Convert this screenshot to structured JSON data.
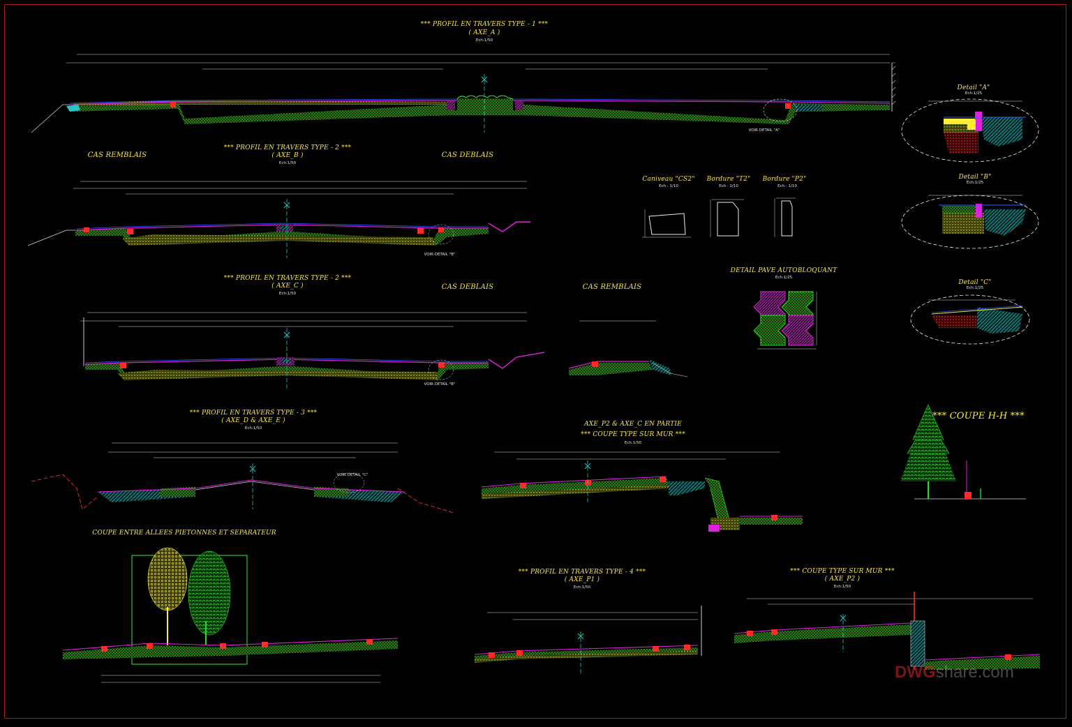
{
  "sections": {
    "type1": {
      "title": "*** PROFIL EN TRAVERS TYPE - 1 ***",
      "axe": "( AXE_A )",
      "scale": "Ech:1/50"
    },
    "type2b": {
      "title": "*** PROFIL EN TRAVERS TYPE - 2 ***",
      "axe": "( AXE_B )",
      "scale": "Ech:1/50"
    },
    "type2c": {
      "title": "*** PROFIL EN TRAVERS TYPE - 2 ***",
      "axe": "( AXE_C )",
      "scale": "Ech:1/50"
    },
    "type3": {
      "title": "*** PROFIL EN TRAVERS TYPE - 3 ***",
      "axe": "( AXE_D & AXE_E )",
      "scale": "Ech:1/50"
    },
    "type4": {
      "title": "*** PROFIL EN TRAVERS TYPE - 4 ***",
      "axe": "( AXE_P1 )",
      "scale": "Ech:1/50"
    },
    "murP2": {
      "title": "*** COUPE TYPE SUR MUR ***",
      "axe": "( AXE_P2 )",
      "scale": "Ech:1/50"
    },
    "murPartie": {
      "line1": "AXE_P2 & AXE_C EN PARTIE",
      "title": "*** COUPE TYPE SUR MUR ***",
      "scale": "Ech:1/50"
    },
    "coupeHH": {
      "title": "*** COUPE H-H ***"
    },
    "allees": {
      "title": "COUPE ENTRE ALLEES PIETONNES ET SEPARATEUR"
    },
    "pave": {
      "title": "DETAIL PAVE AUTOBLOQUANT",
      "scale": "Ech:1/25"
    }
  },
  "cases": {
    "remblais": "CAS REMBLAIS",
    "deblais": "CAS DEBLAIS"
  },
  "details": {
    "a": {
      "title": "Detail \"A\"",
      "scale": "Ech:1/25"
    },
    "b": {
      "title": "Detail \"B\"",
      "scale": "Ech:1/25"
    },
    "c": {
      "title": "Detail \"C\"",
      "scale": "Ech:1/25"
    }
  },
  "elements": {
    "caniveau": {
      "title": "Caniveau \"CS2\"",
      "scale": "Ech : 1/10"
    },
    "bordureT2": {
      "title": "Bordure \"T2\"",
      "scale": "Ech : 1/10"
    },
    "bordureP2": {
      "title": "Bordure \"P2\"",
      "scale": "Ech : 1/10"
    }
  },
  "callouts": {
    "voirA": "VOIR DETAIL \"A\"",
    "voirB": "VOIR DETAIL \"B\"",
    "voirC": "VOIR DETAIL \"C\"",
    "voirD": "VOIR DETAIL \"B\""
  },
  "watermark": {
    "brand": "DWG",
    "rest": "share.com"
  },
  "colors": {
    "frame": "#b01818",
    "title": "#ffe84a",
    "dim": "#e8e8e8",
    "layerRed": "#ff2a2a",
    "layerYellow": "#ffee33",
    "layerGreen": "#22dd22",
    "layerCyan": "#22c8c8",
    "layerMagenta": "#e020e0",
    "layerBlue": "#3060ff"
  }
}
